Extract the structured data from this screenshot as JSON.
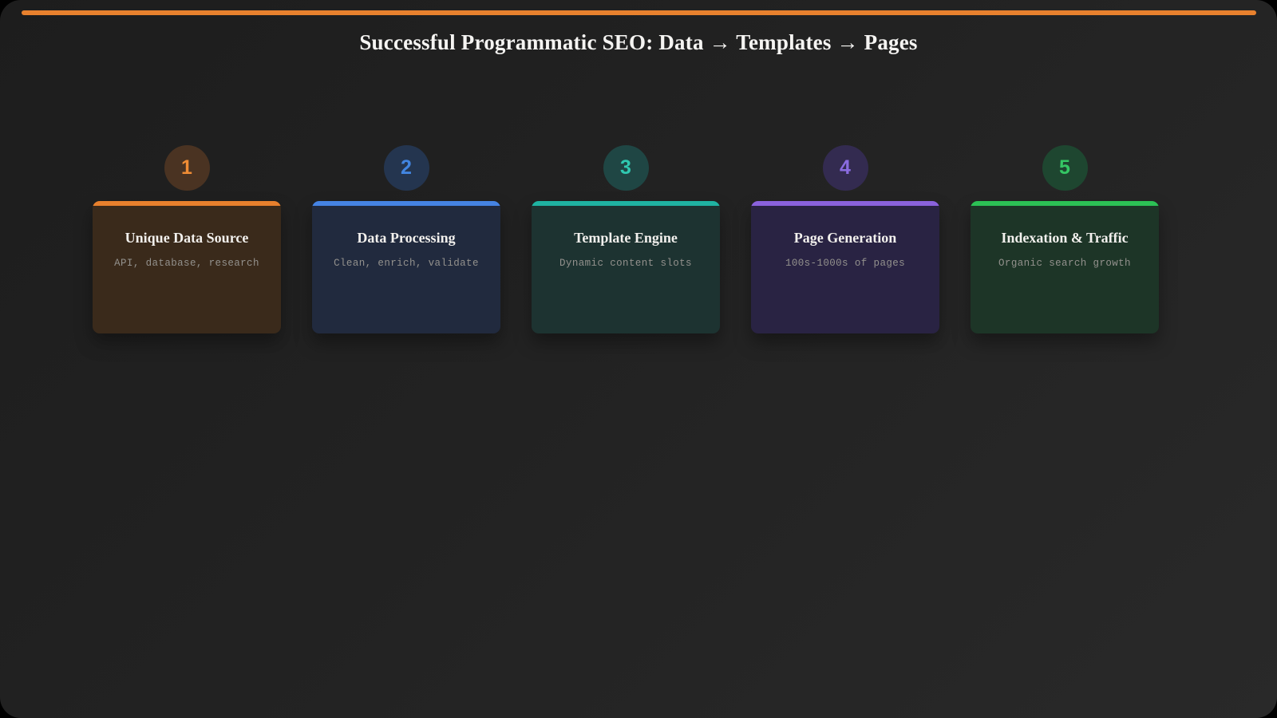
{
  "slide": {
    "title": "Successful Programmatic SEO: Data → Templates → Pages",
    "accent_bar_color": "#e8812e"
  },
  "steps": [
    {
      "num": "1",
      "title": "Unique Data Source",
      "subtitle": "API, database, research",
      "accent": "#e8802d",
      "circle_bg": "#4a3322",
      "number_color": "#ef8c35",
      "body_bg": "#3a2a1b"
    },
    {
      "num": "2",
      "title": "Data Processing",
      "subtitle": "Clean, enrich, validate",
      "accent": "#4583e3",
      "circle_bg": "#24354f",
      "number_color": "#4285e0",
      "body_bg": "#212a3e"
    },
    {
      "num": "3",
      "title": "Template Engine",
      "subtitle": "Dynamic content slots",
      "accent": "#1fb3a2",
      "circle_bg": "#1f4644",
      "number_color": "#30c8b0",
      "body_bg": "#1d3331"
    },
    {
      "num": "4",
      "title": "Page Generation",
      "subtitle": "100s-1000s of pages",
      "accent": "#8a62dd",
      "circle_bg": "#332b50",
      "number_color": "#8a6ce0",
      "body_bg": "#292343"
    },
    {
      "num": "5",
      "title": "Indexation & Traffic",
      "subtitle": "Organic search growth",
      "accent": "#2cc155",
      "circle_bg": "#1e4630",
      "number_color": "#35c764",
      "body_bg": "#1d3527"
    }
  ]
}
